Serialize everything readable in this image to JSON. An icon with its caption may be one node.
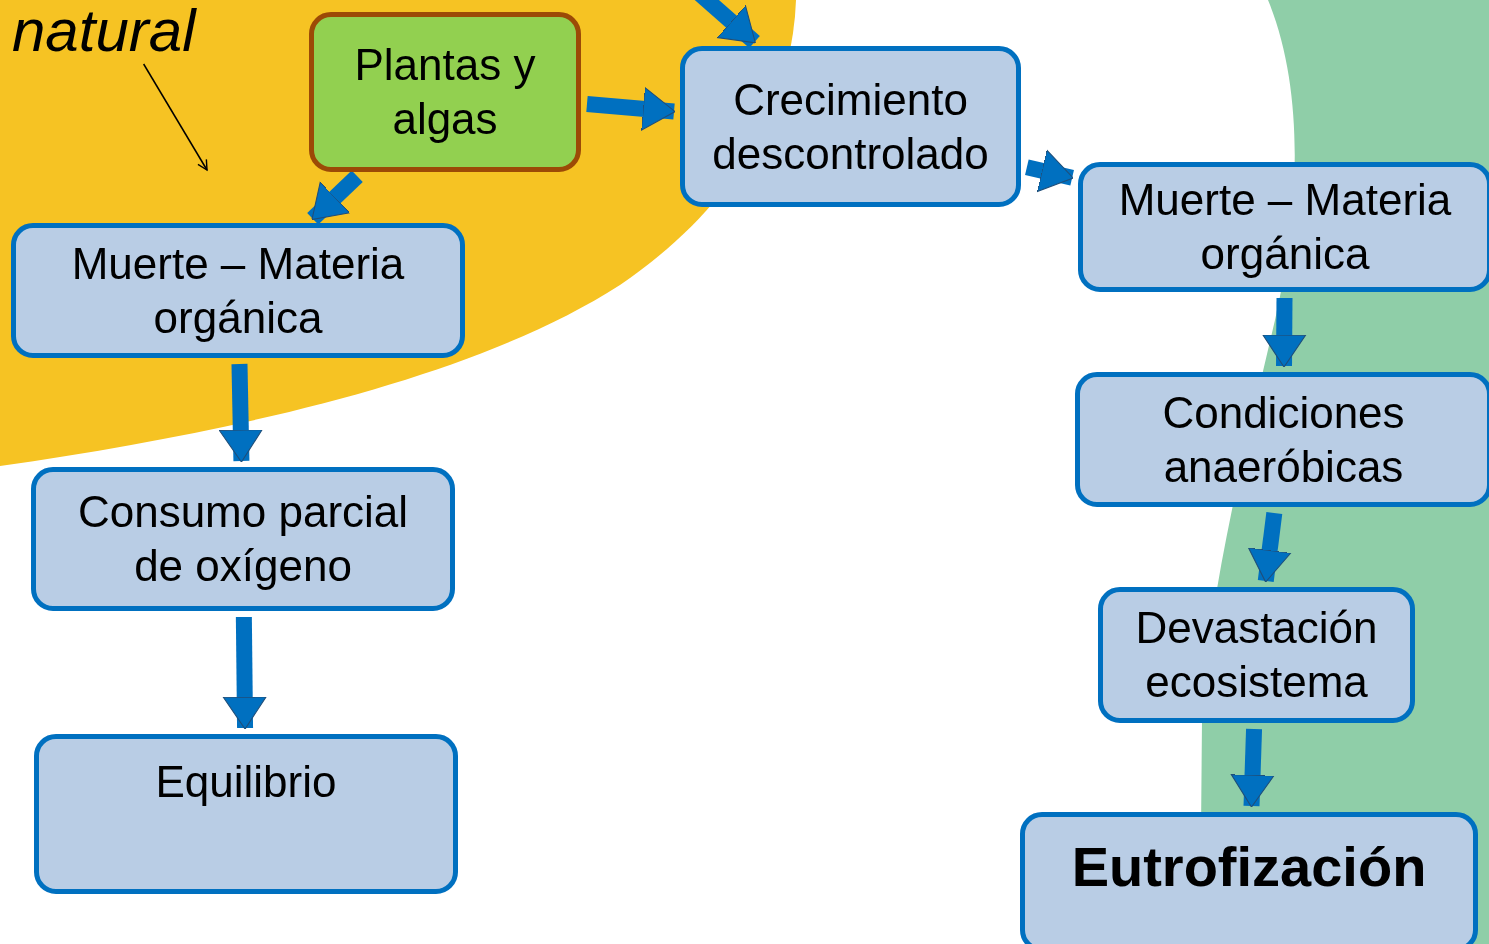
{
  "diagram": {
    "nodes": [
      {
        "text": [
          "natural"
        ]
      },
      {
        "text": [
          "Plantas y algas"
        ]
      },
      {
        "text": [
          "Crecimiento descontrolado"
        ]
      },
      {
        "text": [
          "Muerte – Materia orgánica"
        ]
      },
      {
        "text": [
          "Consumo parcial de oxígeno"
        ]
      },
      {
        "text": [
          "Equilibrio"
        ]
      },
      {
        "text": [
          "Muerte – Materia orgánica"
        ]
      },
      {
        "text": [
          "Condiciones anaeróbicas"
        ]
      },
      {
        "text": [
          "Devastación ecosistema"
        ]
      },
      {
        "text": [
          "Eutrofización"
        ]
      }
    ],
    "edges": [
      {
        "from": null,
        "to": 2,
        "arrow": "to"
      },
      {
        "from": 1,
        "to": 2,
        "arrow": "to"
      },
      {
        "from": 1,
        "to": 3,
        "arrow": "to"
      },
      {
        "from": 0,
        "to": null,
        "arrow": "to",
        "color": "#000000"
      },
      {
        "from": 3,
        "to": 4,
        "arrow": "to"
      },
      {
        "from": 4,
        "to": 5,
        "arrow": "to"
      },
      {
        "from": 2,
        "to": 6,
        "arrow": "to"
      },
      {
        "from": 6,
        "to": 7,
        "arrow": "to"
      },
      {
        "from": 7,
        "to": 8,
        "arrow": "to"
      },
      {
        "from": 8,
        "to": 9,
        "arrow": "to"
      }
    ]
  }
}
